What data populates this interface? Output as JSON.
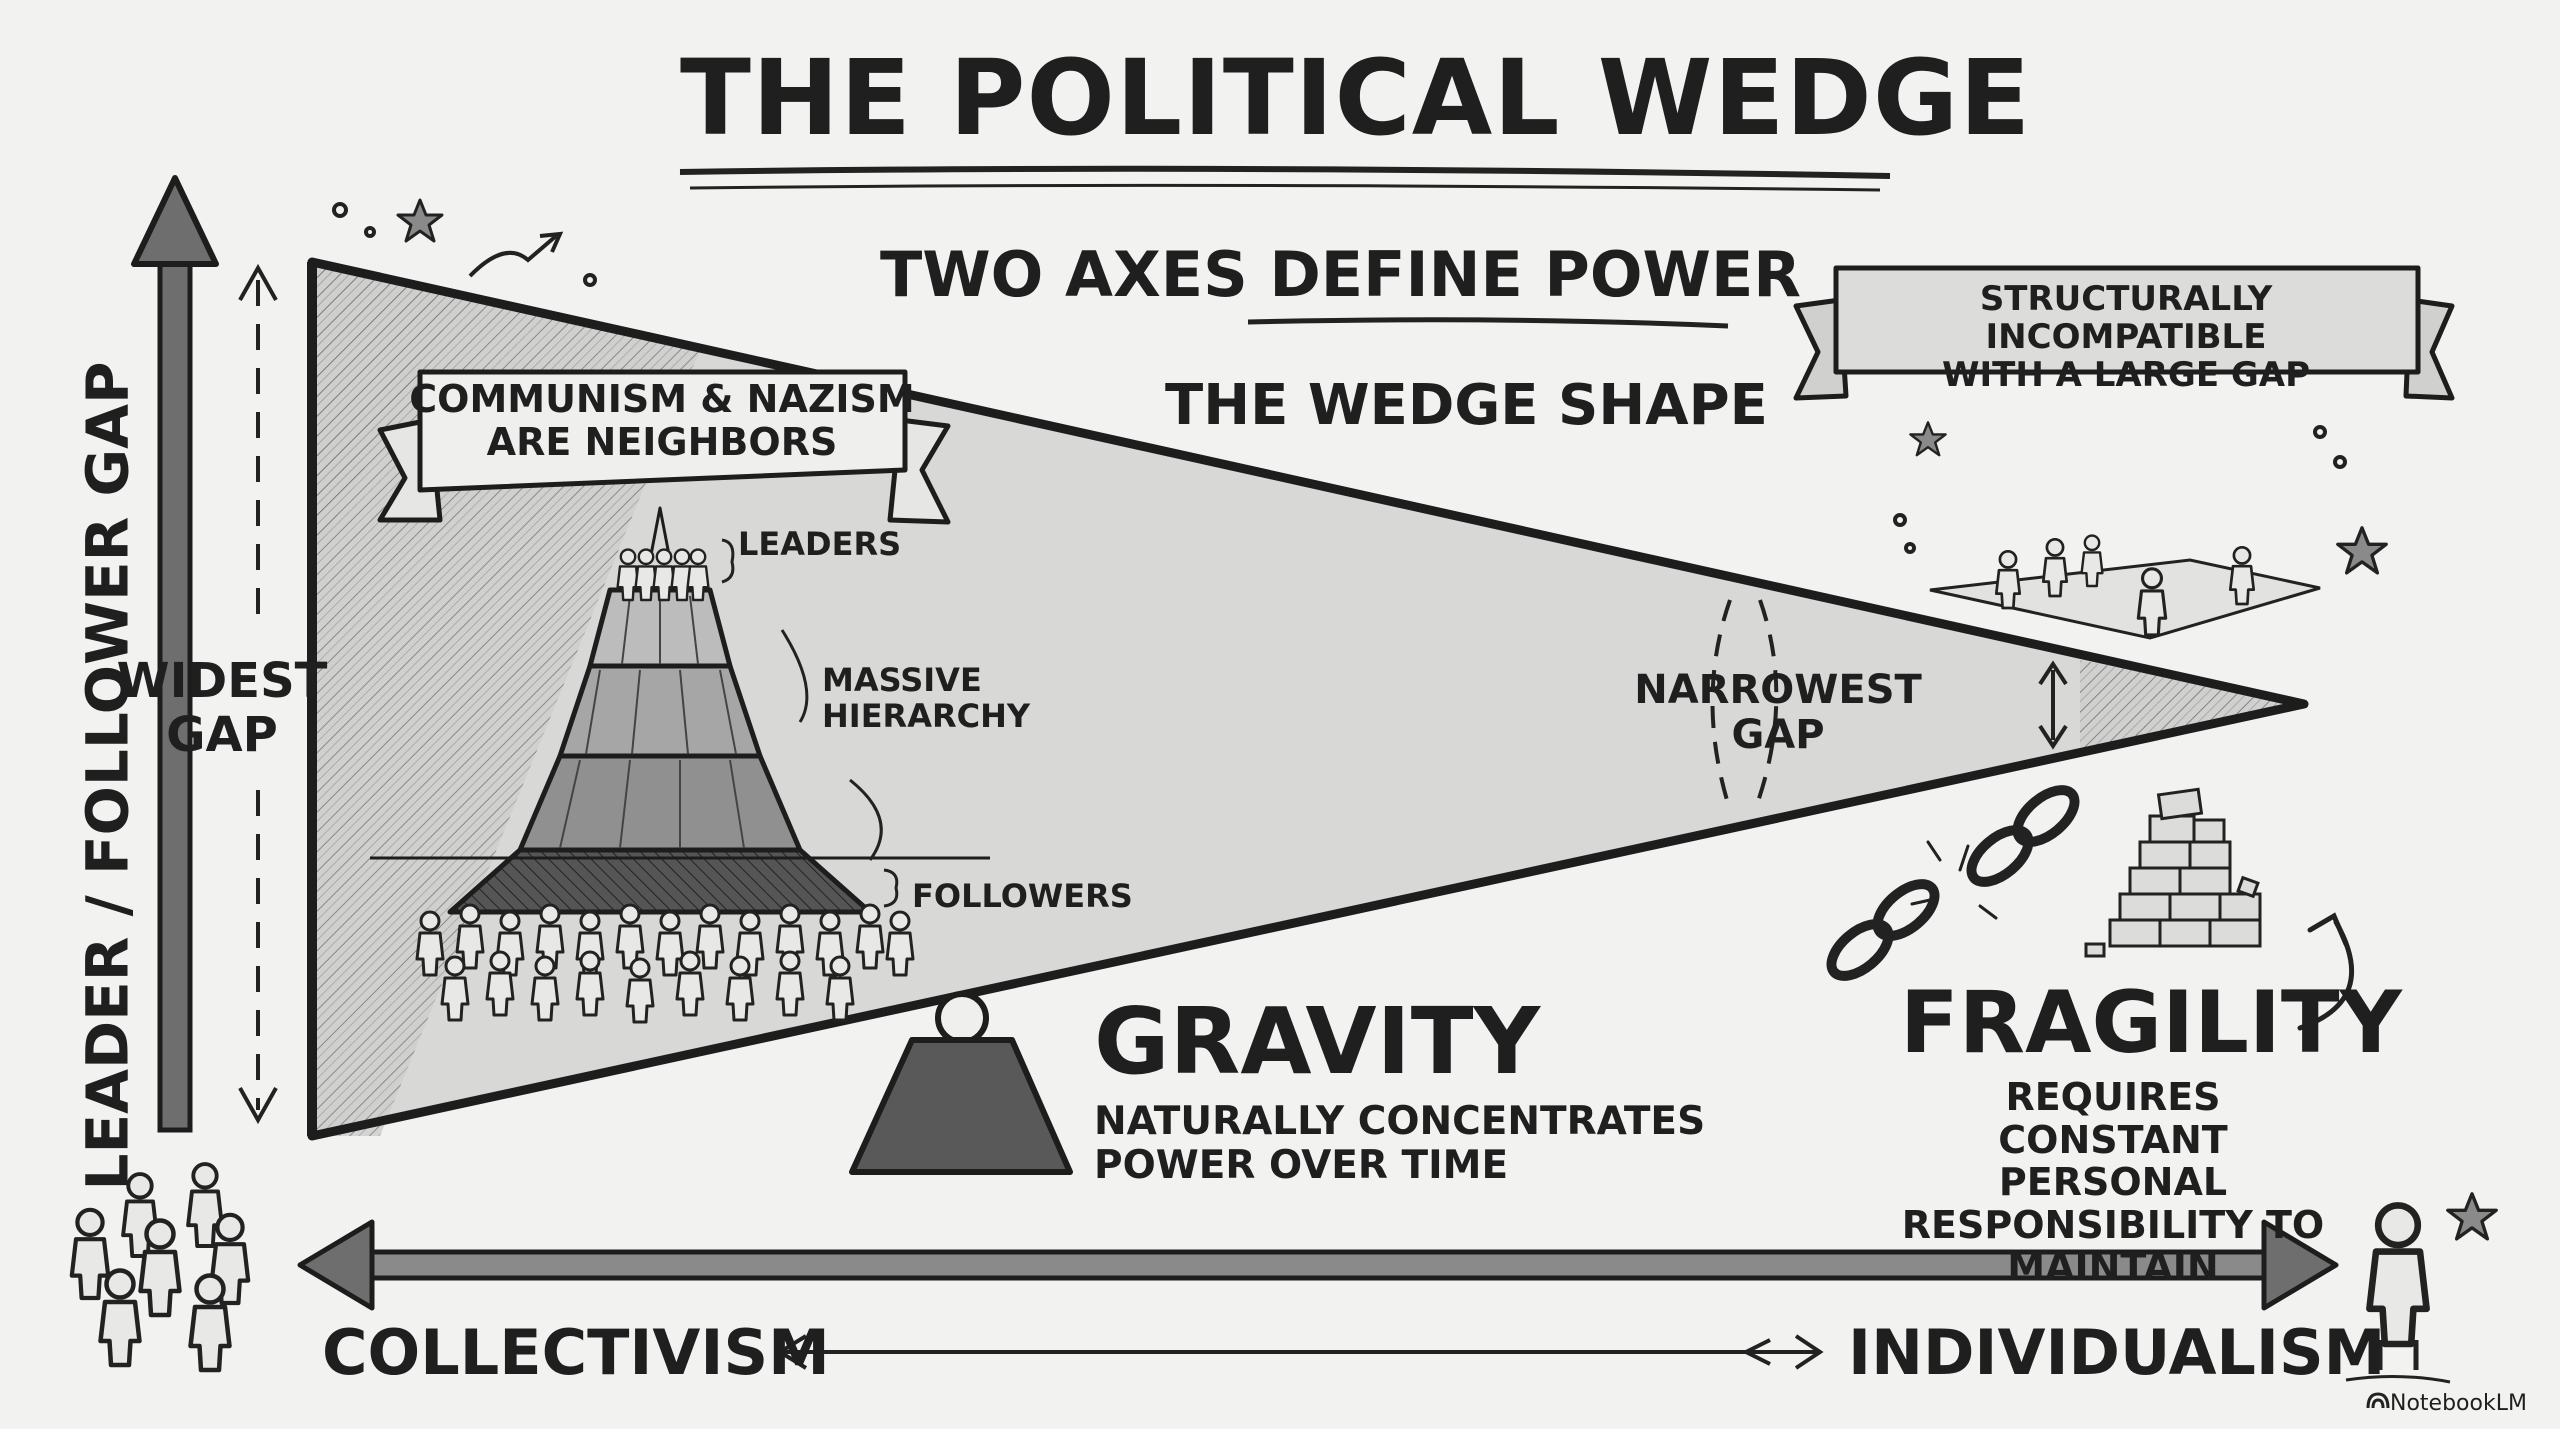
{
  "title": "THE POLITICAL WEDGE",
  "subtitle_axes": "TWO AXES DEFINE POWER",
  "subtitle_shape": "THE WEDGE SHAPE",
  "y_axis_label": "LEADER / FOLLOWER GAP",
  "x_axis_left_label": "COLLECTIVISM",
  "x_axis_right_label": "INDIVIDUALISM",
  "widest_gap_label": "WIDEST\nGAP",
  "narrowest_gap_label": "NARROWEST\nGAP",
  "banner_left": "COMMUNISM & NAZISM\nARE NEIGHBORS",
  "banner_right": "STRUCTURALLY INCOMPATIBLE\nWITH A LARGE GAP",
  "pyramid": {
    "leaders_label": "LEADERS",
    "hierarchy_label": "MASSIVE\nHIERARCHY",
    "followers_label": "FOLLOWERS"
  },
  "gravity": {
    "title": "GRAVITY",
    "description": "NATURALLY CONCENTRATES\nPOWER OVER TIME"
  },
  "fragility": {
    "title": "FRAGILITY",
    "description": "REQUIRES CONSTANT PERSONAL\nRESPONSIBILITY TO MAINTAIN"
  },
  "watermark": "NotebookLM",
  "icons": [
    "star-icon",
    "sparkle-icon",
    "crowd-icon",
    "person-icon",
    "weight-icon",
    "broken-chain-icon",
    "crumbling-wall-icon",
    "curved-arrow-icon"
  ],
  "colors": {
    "background": "#f2f2f0",
    "ink": "#1d1d1d",
    "wedge_fill": "#d6d6d4",
    "pyramid_fill": "#8e8e8e"
  }
}
